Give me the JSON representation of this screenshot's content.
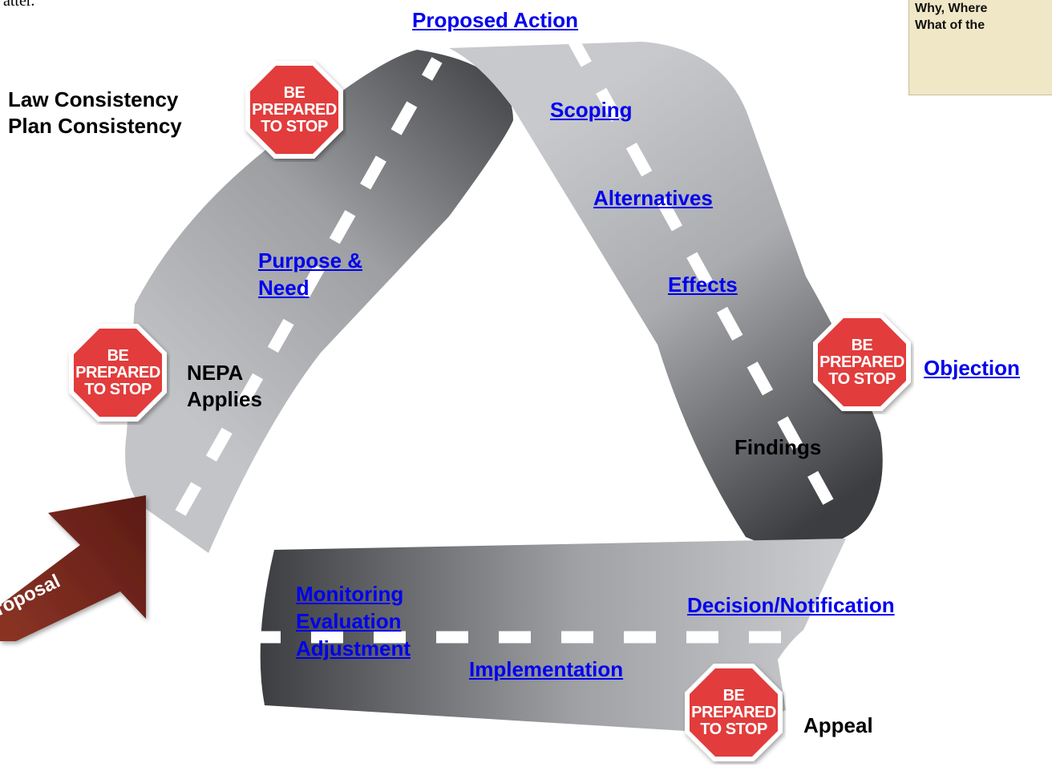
{
  "top_fragment": "atter.",
  "note": {
    "line1": "Why, Where",
    "line2": "What of the"
  },
  "links": {
    "proposed_action": "Proposed Action",
    "scoping": "Scoping",
    "alternatives": "Alternatives",
    "effects": "Effects",
    "objection": "Objection",
    "purpose_need_1": "Purpose &",
    "purpose_need_2": "Need",
    "decision": "Decision/Notification",
    "monitoring": "Monitoring",
    "evaluation": "Evaluation",
    "adjustment": "Adjustment",
    "implementation": "Implementation"
  },
  "labels": {
    "law_consistency": "Law Consistency",
    "plan_consistency": "Plan Consistency",
    "nepa": "NEPA",
    "applies": "Applies",
    "findings": "Findings",
    "appeal": "Appeal",
    "proposal_arrow": "Proposal"
  },
  "stop_sign": {
    "line1": "BE",
    "line2": "PREPARED",
    "line3": "TO STOP"
  },
  "colors": {
    "link": "#0000ee",
    "road_light": "#bdbfc2",
    "road_dark": "#4a4b4e",
    "stop_red": "#e23c3c",
    "arrow": "#5a1a14",
    "note_bg": "#efe7c6"
  }
}
